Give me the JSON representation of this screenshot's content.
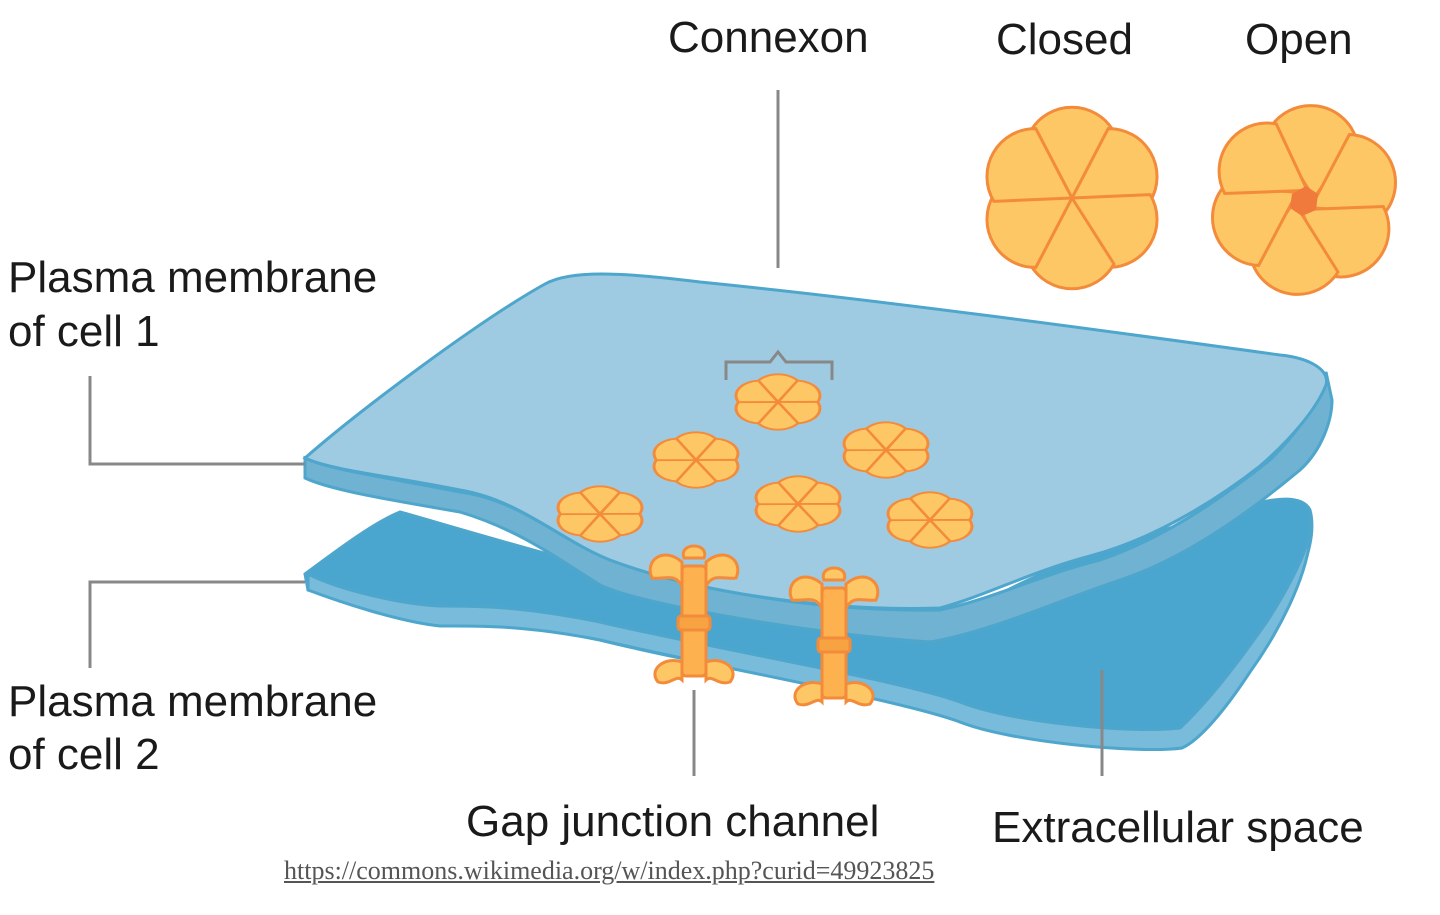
{
  "labels": {
    "connexon": "Connexon",
    "closed": "Closed",
    "open": "Open",
    "membrane_cell1_line1": "Plasma membrane",
    "membrane_cell1_line2": "of cell 1",
    "membrane_cell2_line1": "Plasma membrane",
    "membrane_cell2_line2": "of cell 2",
    "gap_junction_channel": "Gap junction channel",
    "extracellular_space": "Extracellular space"
  },
  "source_link": "https://commons.wikimedia.org/w/index.php?curid=49923825",
  "colors": {
    "membrane_top": "#9ecbe2",
    "membrane_top_edge": "#6fb2d2",
    "membrane_outline": "#4ea6cc",
    "membrane_bottom": "#4aa6cf",
    "membrane_bottom_light": "#78bbdb",
    "connexon_fill": "#fdc766",
    "connexon_stroke": "#f38b3a",
    "pore": "#f07a3c",
    "leader_line": "#888888"
  }
}
